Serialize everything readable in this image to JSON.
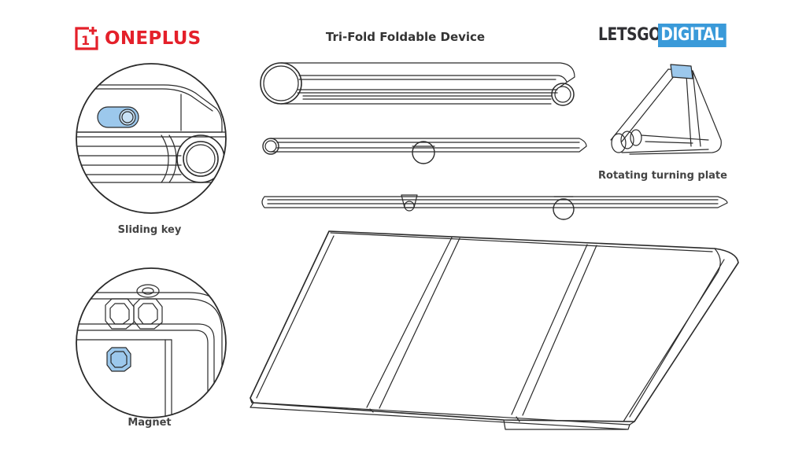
{
  "brand_left": {
    "wordmark": "ONEPLUS",
    "mark_digit": "1",
    "color": "#e4202a"
  },
  "title": "Tri-Fold Foldable Device",
  "brand_right": {
    "part_a": "LETSGO",
    "part_b": "DIGITAL",
    "accent": "#3a9ad9"
  },
  "captions": {
    "sliding_key": "Sliding key",
    "magnet": "Magnet",
    "rotating_plate": "Rotating turning plate"
  },
  "colors": {
    "line": "#2a2a2a",
    "highlight": "#9cc8ec"
  }
}
